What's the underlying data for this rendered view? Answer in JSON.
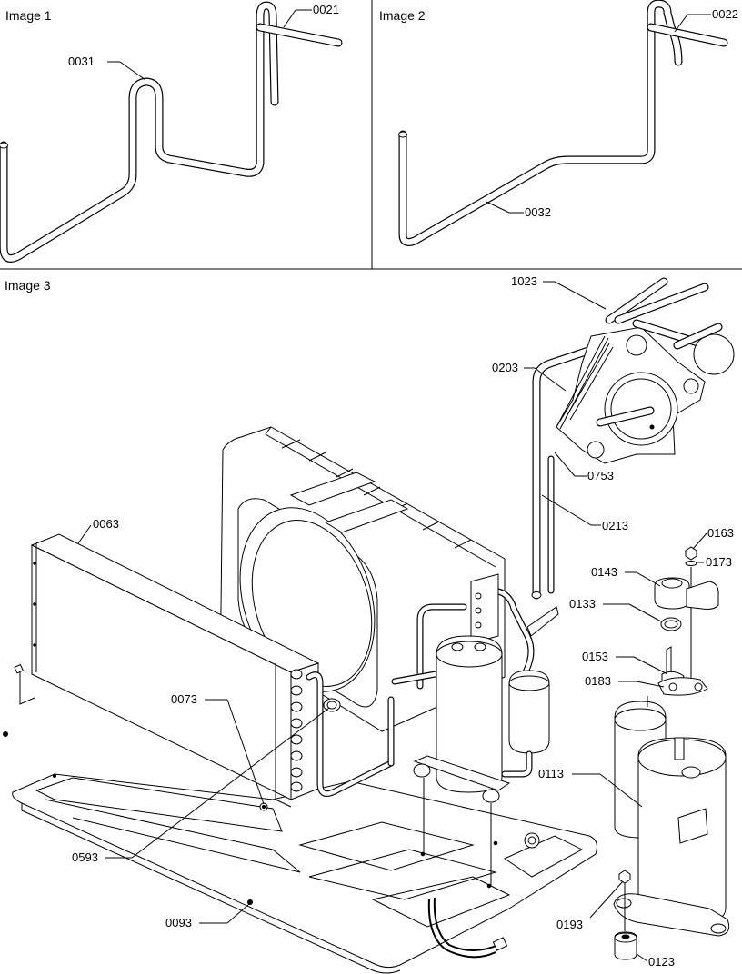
{
  "panels": {
    "image1": "Image 1",
    "image2": "Image 2",
    "image3": "Image 3"
  },
  "callouts": {
    "c0021": "0021",
    "c0031": "0031",
    "c0022": "0022",
    "c0032": "0032",
    "c1023": "1023",
    "c0203": "0203",
    "c0753": "0753",
    "c0213": "0213",
    "c0163": "0163",
    "c0173": "0173",
    "c0143": "0143",
    "c0133": "0133",
    "c0153": "0153",
    "c0183": "0183",
    "c0113": "0113",
    "c0063": "0063",
    "c0073": "0073",
    "c0593": "0593",
    "c0093": "0093",
    "c0193": "0193",
    "c0123": "0123"
  }
}
